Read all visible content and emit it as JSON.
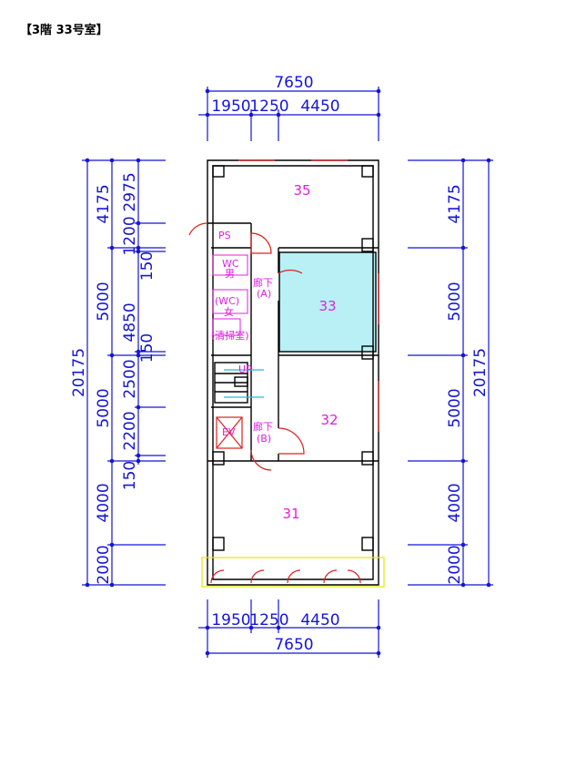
{
  "title": "【3階 33号室】",
  "dims": {
    "width_total": "7650",
    "width_parts": [
      "1950",
      "1250",
      "4450"
    ],
    "height_total": "20175",
    "left_parts": [
      "4175",
      "5000",
      "5000",
      "4000",
      "2000"
    ],
    "left_inner": [
      "2975",
      "1200",
      "150",
      "4850",
      "150",
      "2500",
      "2200",
      "150"
    ],
    "right_parts": [
      "4175",
      "5000",
      "5000",
      "4000",
      "2000"
    ]
  },
  "rooms": {
    "r35": "35",
    "r33": "33",
    "r32": "32",
    "r31": "31"
  },
  "labels": {
    "ps": "PS",
    "wc": "WC",
    "wc_men": "男",
    "corridor_a_1": "廊下",
    "corridor_a_2": "(A)",
    "wc_women": "(WC)",
    "wc_women_2": "女",
    "cleaning": "(清掃室)",
    "stair_up": "UP",
    "ev": "EV",
    "corridor_b_1": "廊下",
    "corridor_b_2": "(B)"
  },
  "colors": {
    "dimension": "#1515d6",
    "room_text": "#e020e0",
    "highlight": "#b8f0f5",
    "wall": "#000000",
    "door": "#e02020"
  }
}
